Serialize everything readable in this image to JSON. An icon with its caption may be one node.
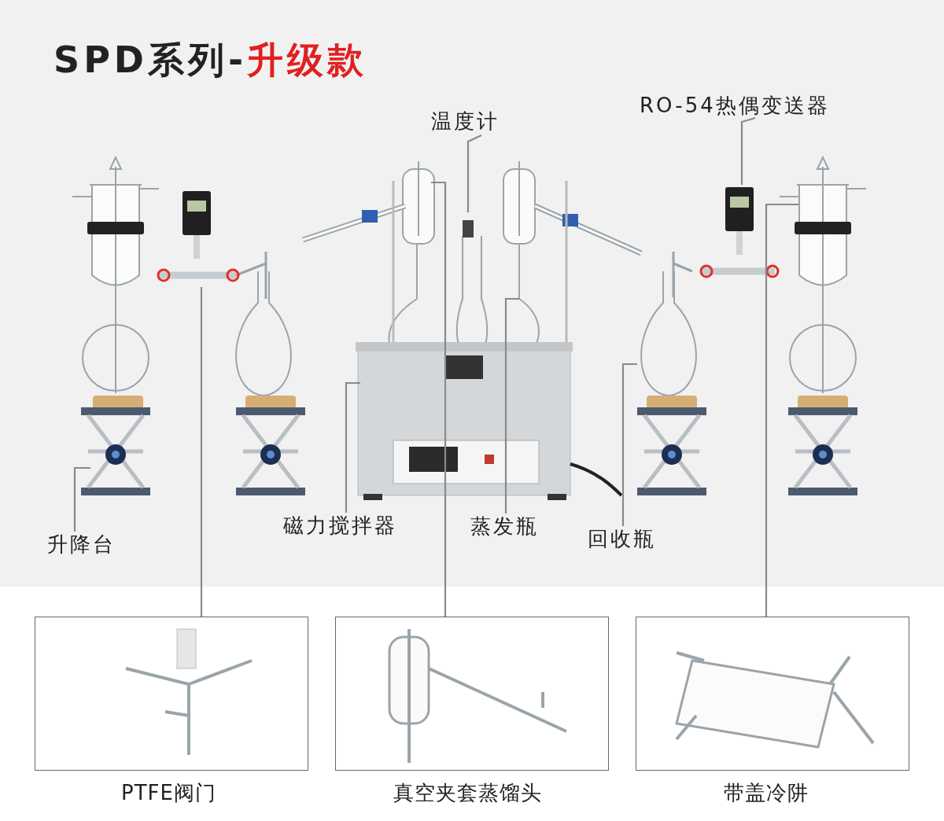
{
  "diagram": {
    "title": "SPD系列-升级款",
    "nodes": [
      {
        "text": [
          "温度计"
        ]
      },
      {
        "text": [
          "RO-54热偶变送器"
        ]
      },
      {
        "text": [
          "升降台"
        ]
      },
      {
        "text": [
          "磁力搅拌器"
        ]
      },
      {
        "text": [
          "蒸发瓶"
        ]
      },
      {
        "text": [
          "回收瓶"
        ]
      },
      {
        "text": [
          "PTFE阀门"
        ]
      },
      {
        "text": [
          "真空夹套蒸馏头"
        ]
      },
      {
        "text": [
          "带盖冷阱"
        ]
      }
    ],
    "edges": [
      {
        "from": 0,
        "to": null,
        "arrow": "none"
      },
      {
        "from": 1,
        "to": null,
        "arrow": "none"
      },
      {
        "from": 2,
        "to": null,
        "arrow": "none"
      },
      {
        "from": 3,
        "to": null,
        "arrow": "none"
      },
      {
        "from": 4,
        "to": null,
        "arrow": "none"
      },
      {
        "from": 5,
        "to": null,
        "arrow": "none"
      },
      {
        "from": 6,
        "to": null,
        "arrow": "none"
      },
      {
        "from": 7,
        "to": null,
        "arrow": "none"
      },
      {
        "from": 8,
        "to": null,
        "arrow": "none"
      }
    ]
  }
}
